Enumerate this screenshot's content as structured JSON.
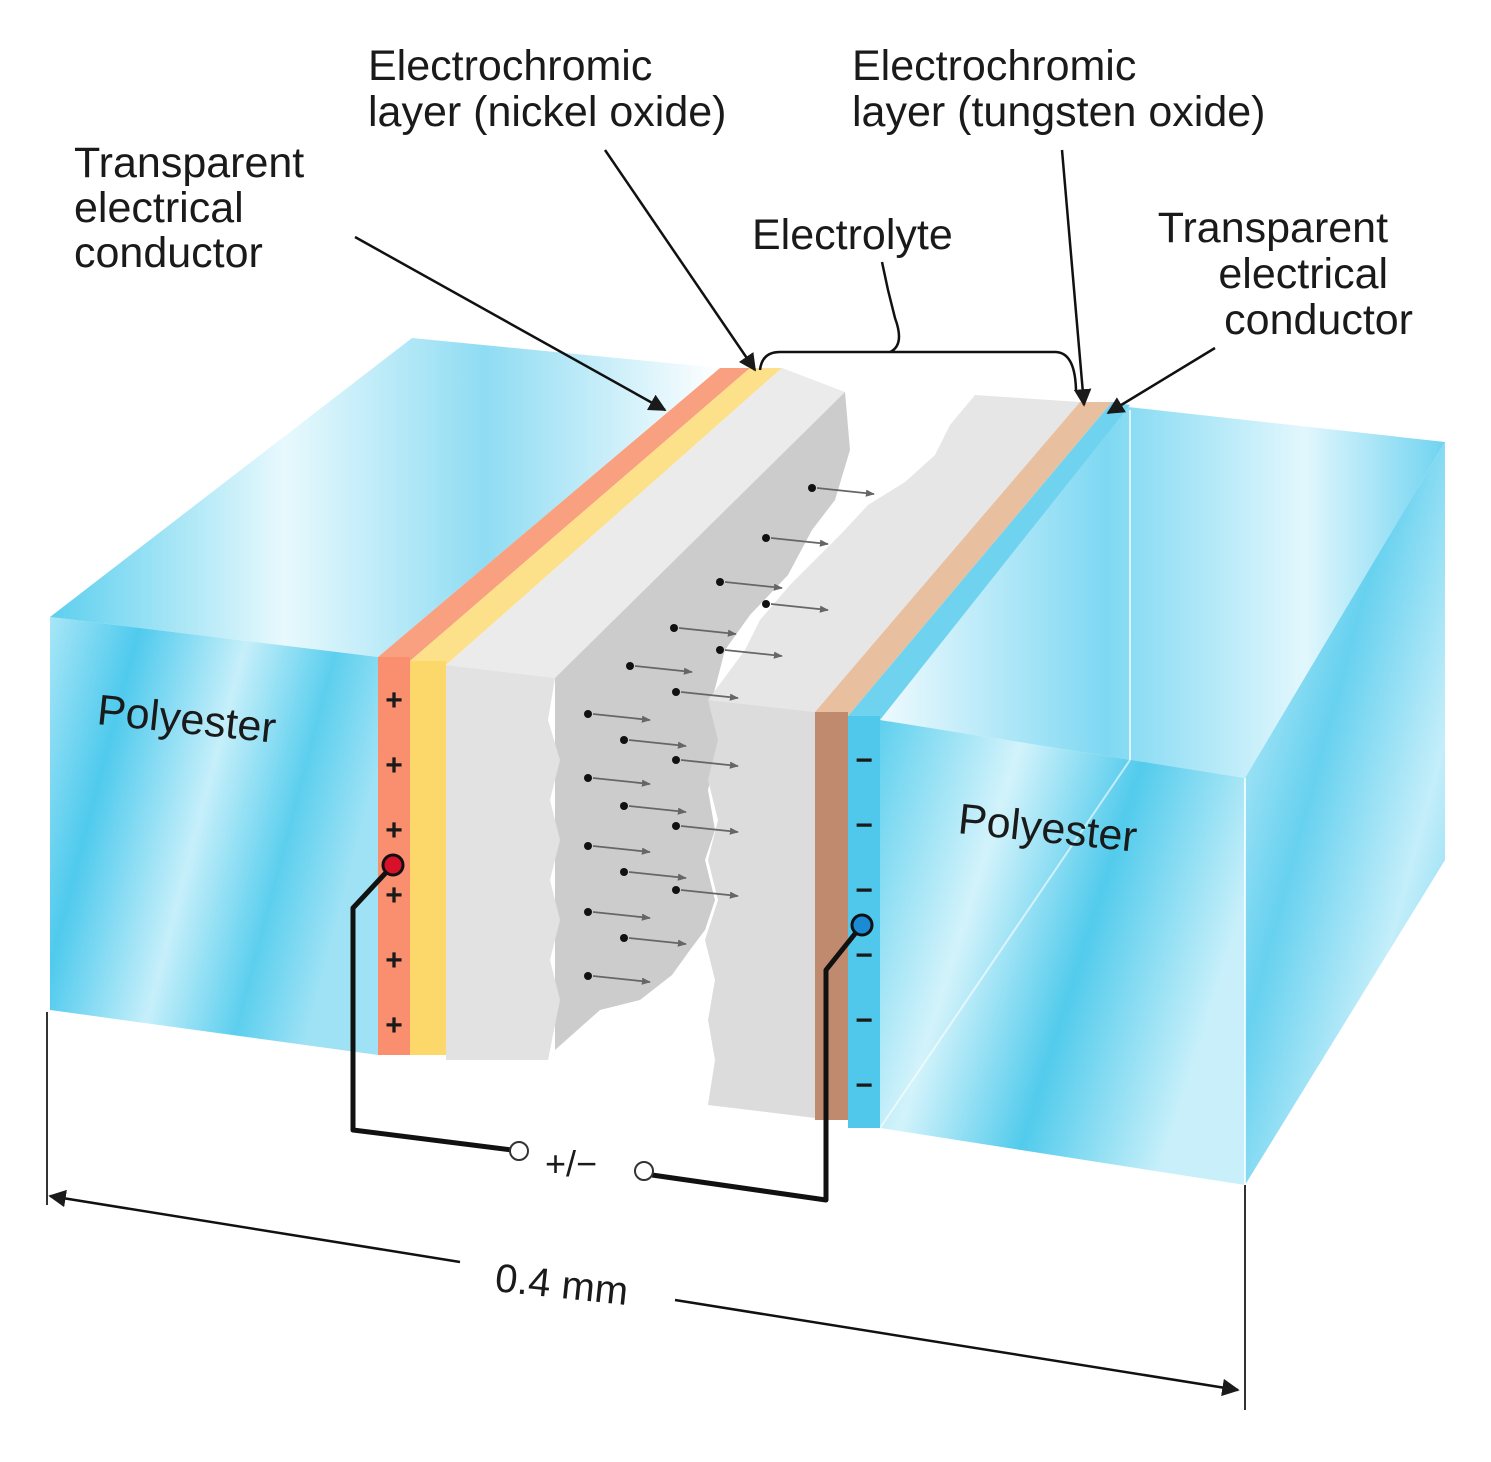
{
  "labels": {
    "conductor_left": [
      "Transparent",
      "electrical",
      "conductor"
    ],
    "nickel_layer": [
      "Electrochromic",
      "layer (nickel oxide)"
    ],
    "tungsten_layer": [
      "Electrochromic",
      "layer (tungsten oxide)"
    ],
    "electrolyte": "Electrolyte",
    "conductor_right": [
      "Transparent",
      "electrical",
      "conductor"
    ],
    "polyester_left": "Polyester",
    "polyester_right": "Polyester",
    "voltage": "+/−",
    "dimension": "0.4 mm"
  },
  "charges": {
    "positive_symbol": "+",
    "positive_count": 6,
    "negative_symbol": "−",
    "negative_count": 6
  },
  "colors": {
    "polyester": "#56cfee",
    "conductor_left": "#f98f6e",
    "nickel_oxide": "#fcd86a",
    "electrolyte": "#d9d9d9",
    "tungsten_oxide": "#bf8a6e",
    "conductor_right": "#50c8ec",
    "positive_terminal": "#d8102a",
    "negative_terminal": "#1a8bd4"
  }
}
